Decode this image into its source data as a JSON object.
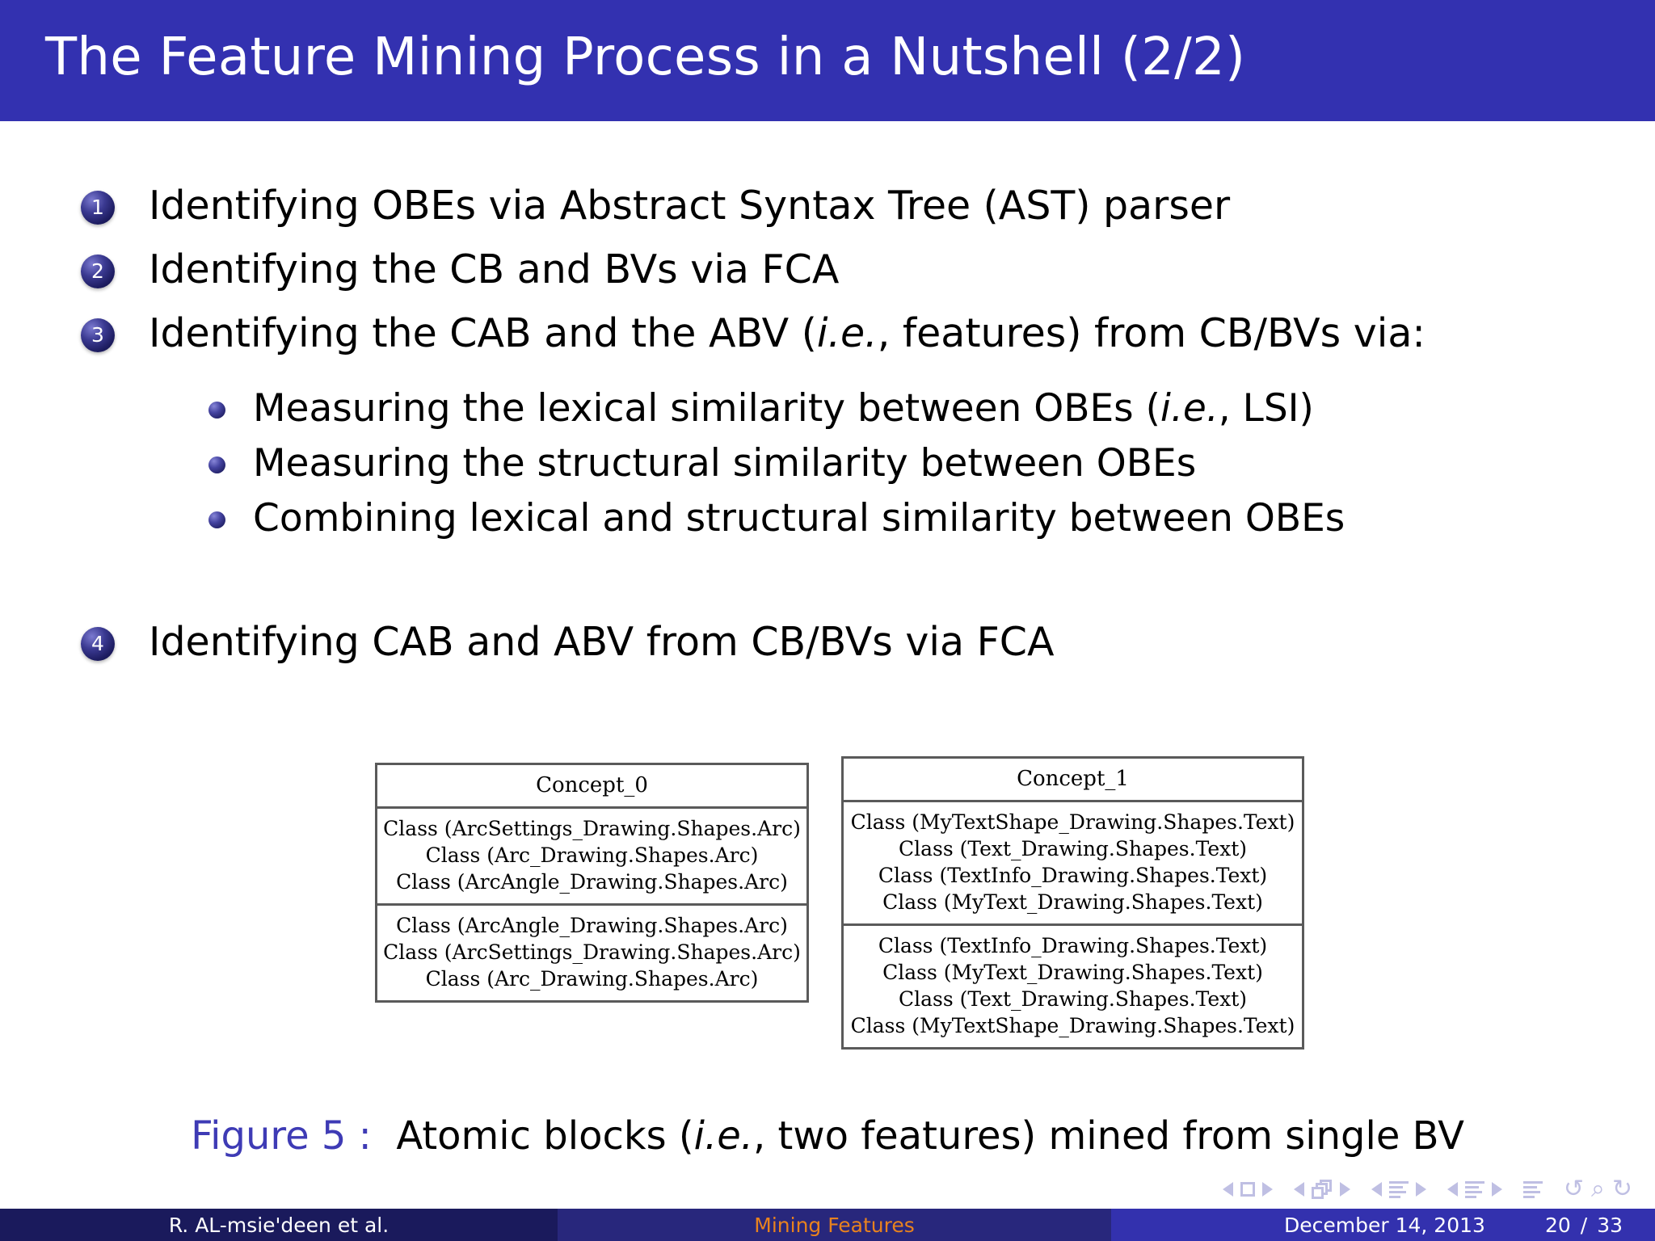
{
  "slide": {
    "title": "The Feature Mining Process in a Nutshell (2/2)"
  },
  "enumerated_items": [
    {
      "number": "1",
      "text": "Identifying OBEs via Abstract Syntax Tree (AST) parser"
    },
    {
      "number": "2",
      "text": "Identifying the CB and BVs via FCA"
    },
    {
      "number": "3",
      "pre": "Identifying the CAB and the ABV (",
      "em": "i.e.",
      "post": ", features) from CB/BVs via:"
    },
    {
      "number": "4",
      "text": "Identifying CAB and ABV from CB/BVs via FCA"
    }
  ],
  "sub_items": [
    {
      "pre": "Measuring the lexical similarity between OBEs (",
      "em": "i.e.",
      "post": ", LSI)"
    },
    {
      "pre": "Measuring the structural similarity between OBEs",
      "em": "",
      "post": ""
    },
    {
      "pre": "Combining lexical and structural similarity between OBEs",
      "em": "",
      "post": ""
    }
  ],
  "figure": {
    "tables": [
      {
        "header": "Concept_0",
        "extent": [
          "Class (ArcSettings_Drawing.Shapes.Arc)",
          "Class (Arc_Drawing.Shapes.Arc)",
          "Class (ArcAngle_Drawing.Shapes.Arc)"
        ],
        "intent": [
          "Class (ArcAngle_Drawing.Shapes.Arc)",
          "Class (ArcSettings_Drawing.Shapes.Arc)",
          "Class (Arc_Drawing.Shapes.Arc)"
        ]
      },
      {
        "header": "Concept_1",
        "extent": [
          "Class (MyTextShape_Drawing.Shapes.Text)",
          "Class (Text_Drawing.Shapes.Text)",
          "Class (TextInfo_Drawing.Shapes.Text)",
          "Class (MyText_Drawing.Shapes.Text)"
        ],
        "intent": [
          "Class (TextInfo_Drawing.Shapes.Text)",
          "Class (MyText_Drawing.Shapes.Text)",
          "Class (Text_Drawing.Shapes.Text)",
          "Class (MyTextShape_Drawing.Shapes.Text)"
        ]
      }
    ],
    "caption_label": "Figure 5 :",
    "caption_pre": "Atomic blocks (",
    "caption_em": "i.e.",
    "caption_post": ", two features) mined from single BV"
  },
  "footer": {
    "author": "R. AL-msie'deen et al.",
    "short_title": "Mining Features",
    "date": "December 14, 2013",
    "page_current": "20",
    "page_separator": "/",
    "page_total": "33"
  },
  "colors": {
    "title_bar": "#3331B0",
    "footer_author_bg": "#1A1A5C",
    "footer_title_bg": "#28277C",
    "footer_meta_bg": "#3331AE",
    "footer_title_fg": "#E8821E",
    "caption_label_fg": "#3E3BB5",
    "bullet_sphere": "#1D1C60",
    "page_bg": "#FFFFFF"
  }
}
